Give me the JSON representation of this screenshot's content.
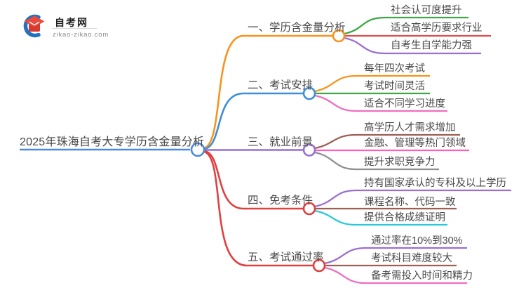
{
  "logo": {
    "title": "自考网",
    "domain": "zikao-zikao.com"
  },
  "center": {
    "label": "2025年珠海自考大专学历含金量分析",
    "color": "#4a89dc"
  },
  "branches": [
    {
      "label": "一、学历含金量分析",
      "color": "#f7941e",
      "children": [
        {
          "label": "社会认可度提升",
          "color": "#3fa845"
        },
        {
          "label": "适合高学历要求行业",
          "color": "#e04b4b"
        },
        {
          "label": "自考生自学能力强",
          "color": "#9a6fd0"
        }
      ]
    },
    {
      "label": "二、考试安排",
      "color": "#3e8ed8",
      "children": [
        {
          "label": "每年四次考试",
          "color": "#f7941e"
        },
        {
          "label": "考试时间灵活",
          "color": "#3fa845"
        },
        {
          "label": "适合不同学习进度",
          "color": "#f06ec0"
        }
      ]
    },
    {
      "label": "三、就业前景",
      "color": "#9a6fd0",
      "children": [
        {
          "label": "高学历人才需求增加",
          "color": "#9c6052"
        },
        {
          "label": "金融、管理等热门领域",
          "color": "#ff5fb8"
        },
        {
          "label": "提升求职竞争力",
          "color": "#8e9093"
        }
      ]
    },
    {
      "label": "四、免考条件",
      "color": "#e04040",
      "children": [
        {
          "label": "持有国家承认的专科及以上学历",
          "color": "#9a6fd0"
        },
        {
          "label": "课程名称、代码一致",
          "color": "#9c6052"
        },
        {
          "label": "提供合格成绩证明",
          "color": "#2bc8d8"
        }
      ]
    },
    {
      "label": "五、考试通过率",
      "color": "#e04040",
      "children": [
        {
          "label": "通过率在10%到30%",
          "color": "#9a6fd0"
        },
        {
          "label": "考试科目难度较大",
          "color": "#9c6052"
        },
        {
          "label": "备考需投入时间和精力",
          "color": "#f06ec0"
        }
      ]
    }
  ],
  "colors": {
    "logo_crescent": "#2273be",
    "logo_cap": "#ea4a3e",
    "text": "#4a4a4a"
  }
}
